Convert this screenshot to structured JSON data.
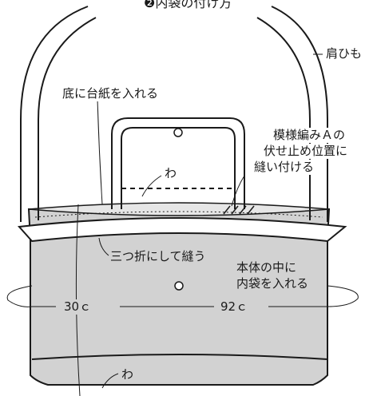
{
  "title": "❷内袋の付け方",
  "labels": {
    "shoulder_strap": "肩ひも",
    "bottom_board": "底に台紙を入れる",
    "pattern_a": [
      "模様編みＡの",
      "伏せ止め位置に",
      "縫い付ける"
    ],
    "wa_top": "わ",
    "tri_fold": "三つ折にして縫う",
    "inner_bag": [
      "本体の中に",
      "内袋を入れる"
    ],
    "width": "30ｃ",
    "circumference": "92ｃ",
    "wa_bottom": "わ"
  },
  "colors": {
    "bag_fill": "#d2d2d2",
    "line": "#1a1a1a"
  }
}
